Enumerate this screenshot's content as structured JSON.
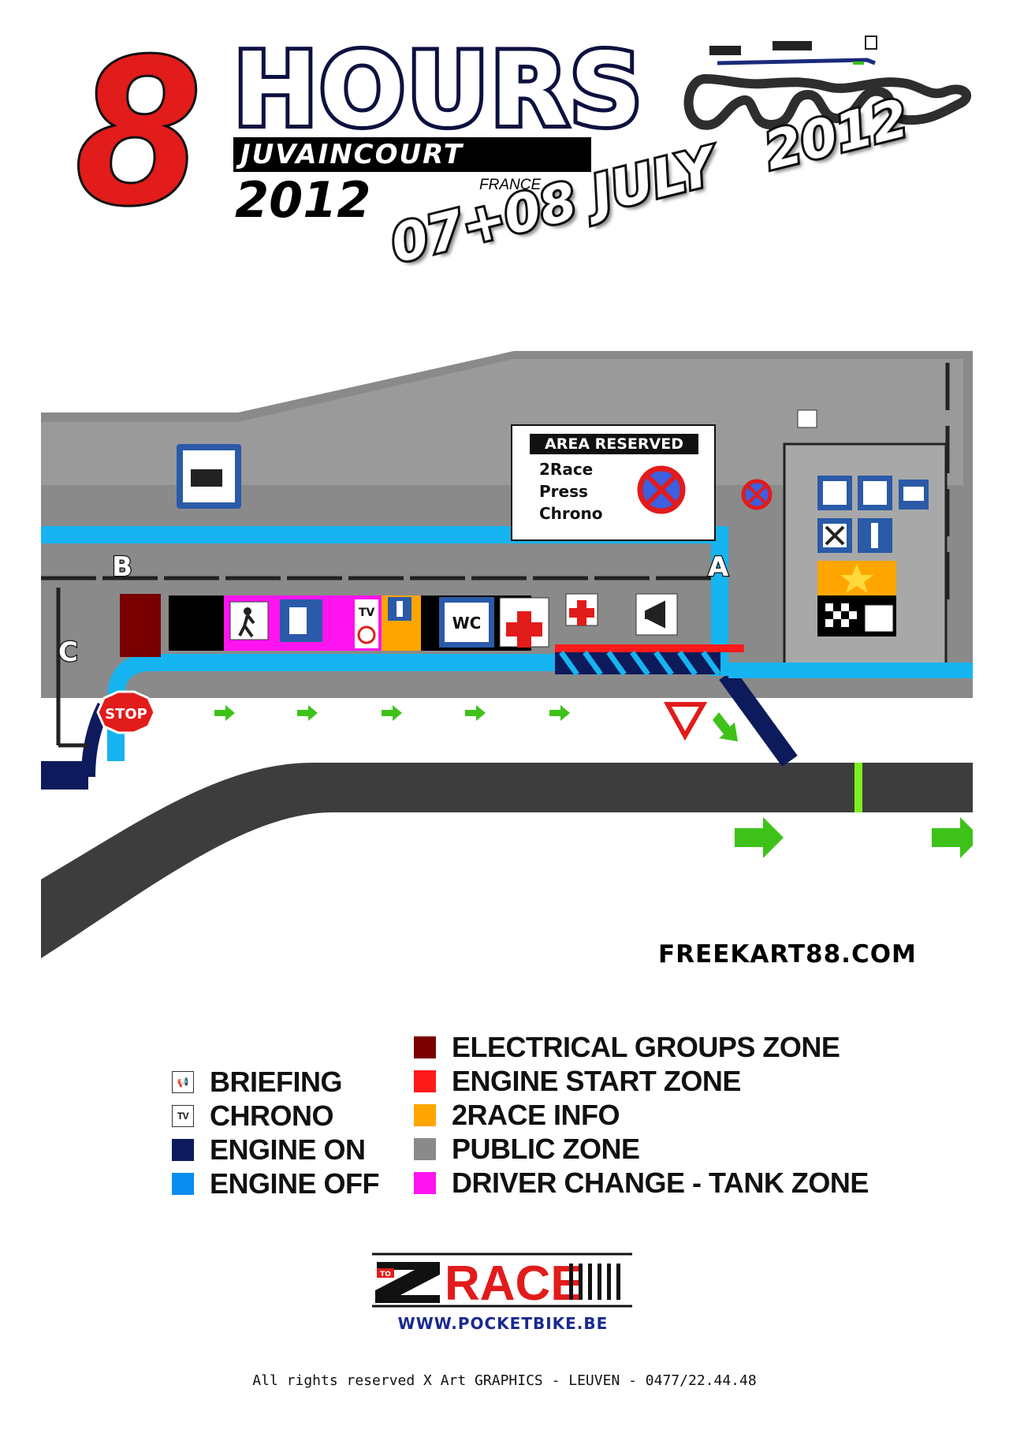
{
  "header": {
    "number": "8",
    "title": "HOURS",
    "venue": "JUVAINCOURT",
    "year": "2012",
    "country": "FRANCE"
  },
  "event_date": {
    "days": "07+08 JULY",
    "year": "2012"
  },
  "map": {
    "labels": {
      "a": "A",
      "b": "B",
      "c": "C"
    },
    "stop_sign": "STOP",
    "tv_badge": "TV",
    "wc_badge": "WC",
    "reserved": {
      "title": "AREA RESERVED",
      "items": [
        "2Race",
        "Press",
        "Chrono"
      ]
    },
    "colors": {
      "public_zone": "#8a8a8a",
      "track": "#3d3d3d",
      "engine_off": "#16b4f0",
      "engine_on": "#0d1a5c",
      "engine_start": "#ff1a1a",
      "electrical": "#7a0000",
      "info": "#ffa500",
      "driver_change": "#ff14f0",
      "start_line": "#7cf01e"
    }
  },
  "site_url": "FREEKART88.COM",
  "legend": {
    "left": [
      {
        "icon": "megaphone-icon",
        "label": "BRIEFING"
      },
      {
        "icon": "tv-icon",
        "label": "CHRONO"
      },
      {
        "color": "#0d1a5c",
        "label": "ENGINE ON"
      },
      {
        "color": "#0a8cf0",
        "label": "ENGINE OFF"
      }
    ],
    "right": [
      {
        "color": "#7a0000",
        "label": "ELECTRICAL GROUPS ZONE"
      },
      {
        "color": "#ff1a1a",
        "label": "ENGINE START ZONE"
      },
      {
        "color": "#ffa500",
        "label": "2RACE INFO"
      },
      {
        "color": "#8a8a8a",
        "label": "PUBLIC ZONE"
      },
      {
        "color": "#ff14f0",
        "label": "DRIVER CHANGE - TANK ZONE"
      }
    ]
  },
  "sponsor": {
    "to": "TO",
    "name": "RACE",
    "url": "WWW.POCKETBIKE.BE"
  },
  "footer": {
    "rights": "All rights reserved X Art GRAPHICS - LEUVEN - 0477/22.44.48"
  }
}
